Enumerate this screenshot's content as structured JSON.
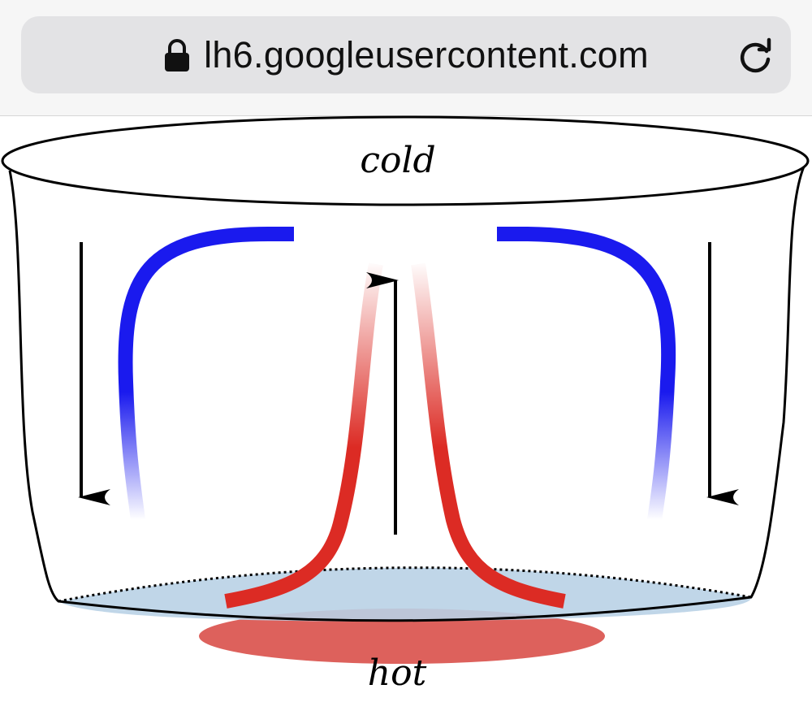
{
  "browser": {
    "url": "lh6.googleusercontent.com",
    "lock_icon": "lock-icon",
    "reload_icon": "reload-icon"
  },
  "diagram": {
    "top_label": "cold",
    "bottom_label": "hot",
    "colors": {
      "cold_flow": "#1a1aee",
      "hot_flow": "#dc2b24",
      "water_base": "#b9d2e6",
      "heat_source": "#d9504a"
    }
  }
}
